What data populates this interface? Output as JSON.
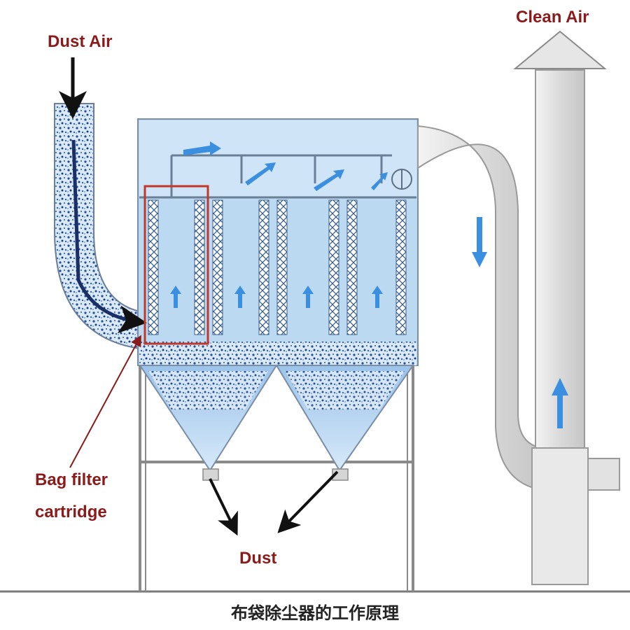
{
  "labels": {
    "dust_air": "Dust Air",
    "clean_air": "Clean Air",
    "bag_filter_line1": "Bag filter",
    "bag_filter_line2": "cartridge",
    "dust": "Dust"
  },
  "caption": "布袋除尘器的工作原理",
  "colors": {
    "label": "#8b1a1a",
    "dust_blue": "#2a5db0",
    "chamber_blue": "#bcd9f2",
    "flow_arrow": "#3b8fe0",
    "duct_grey": "#dcdcdc",
    "highlight": "#c0392b"
  },
  "icons": [
    "down-arrow-icon",
    "up-arrow-icon",
    "pointer-arrow-icon"
  ]
}
